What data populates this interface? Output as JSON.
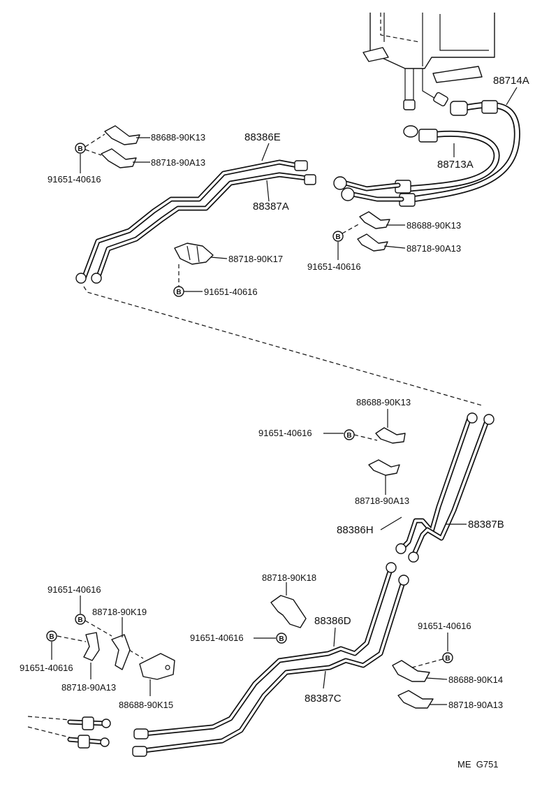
{
  "labels": {
    "hose_88714A": "88714A",
    "hose_88713A": "88713A",
    "pipe_88386E": "88386E",
    "pipe_88387A": "88387A",
    "pipe_88386H": "88386H",
    "pipe_88387B": "88387B",
    "pipe_88386D": "88386D",
    "pipe_88387C": "88387C",
    "ul_clamp1": "88688-90K13",
    "ul_clamp2": "88718-90A13",
    "ul_bolt": "91651-40616",
    "ul_clamp3": "88718-90K17",
    "ul_bolt2": "91651-40616",
    "ur_clamp1": "88688-90K13",
    "ur_clamp2": "88718-90A13",
    "ur_bolt": "91651-40616",
    "mid_clamp1": "88688-90K13",
    "mid_bolt": "91651-40616",
    "mid_clamp2": "88718-90A13",
    "lc_clamp": "88718-90K18",
    "lc_bolt": "91651-40616",
    "ll_bolt1": "91651-40616",
    "ll_clamp1": "88718-90K19",
    "ll_bolt2": "91651-40616",
    "ll_clamp2": "88718-90A13",
    "ll_clamp3": "88688-90K15",
    "lr_bolt": "91651-40616",
    "lr_clamp1": "88688-90K14",
    "lr_clamp2": "88718-90A13",
    "figure_code": "ME  G751"
  },
  "bolt_glyph": "B"
}
